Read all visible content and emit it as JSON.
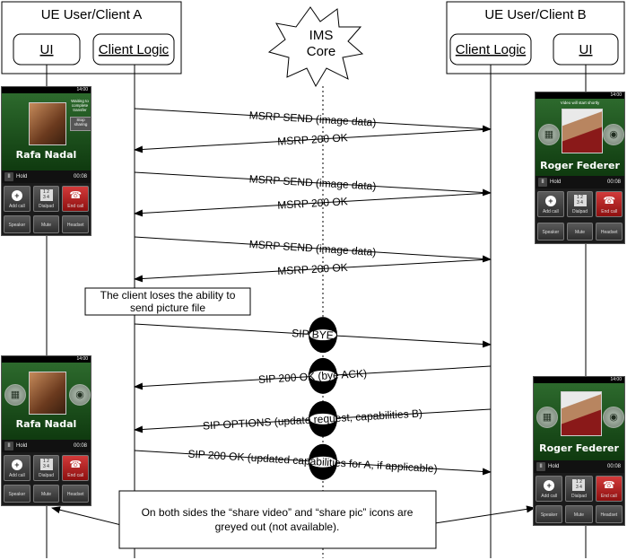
{
  "participants": {
    "client_a": {
      "title": "UE User/Client A",
      "ui": "UI",
      "logic": "Client Logic"
    },
    "ims": {
      "title": "IMS\nCore"
    },
    "client_b": {
      "title": "UE User/Client B",
      "ui": "UI",
      "logic": "Client Logic"
    }
  },
  "messages": [
    {
      "text": "MSRP SEND (image data)",
      "dir": "right"
    },
    {
      "text": "MSRP 200 OK",
      "dir": "left"
    },
    {
      "text": "MSRP SEND (image data)",
      "dir": "right"
    },
    {
      "text": "MSRP 200 OK",
      "dir": "left"
    },
    {
      "text": "MSRP SEND (image data)",
      "dir": "right"
    },
    {
      "text": "MSRP 200 OK",
      "dir": "left"
    },
    {
      "text": "SIP BYE",
      "dir": "right"
    },
    {
      "text": "SIP 200 OK (bye ACK)",
      "dir": "left"
    },
    {
      "text": "SIP OPTIONS (update request, capabilities B)",
      "dir": "left"
    },
    {
      "text": "SIP 200 OK (updated capabilities for A, if applicable)",
      "dir": "right"
    }
  ],
  "notes": {
    "lost_ability": "The client loses the ability to send picture file",
    "greyed_out": "On both sides the “share video” and “share pic” icons are greyed out (not available)."
  },
  "phones": {
    "a": {
      "name": "Rafa Nadal",
      "status": "14:00",
      "banner_top": "Waiting to complete transfer",
      "banner_btn": "Stop sharing",
      "hold": "Hold",
      "time": "00:08",
      "btn_add": "Add call",
      "btn_pad": "Dialpad",
      "btn_end": "End call",
      "btn_speaker": "Speaker",
      "btn_mute": "Mute",
      "btn_headset": "Headset"
    },
    "b": {
      "name": "Roger Federer",
      "status": "14:00",
      "banner_top": "Video will start shortly",
      "hold": "Hold",
      "time": "00:08",
      "btn_add": "Add call",
      "btn_pad": "Dialpad",
      "btn_end": "End call",
      "btn_speaker": "Speaker",
      "btn_mute": "Mute",
      "btn_headset": "Headset"
    }
  },
  "icons": {
    "share_pic": "picture-icon",
    "share_video": "eye-icon"
  }
}
